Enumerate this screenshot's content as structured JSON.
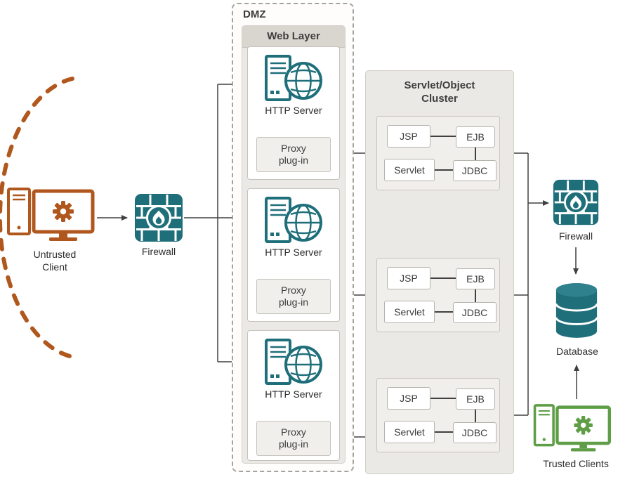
{
  "diagram": {
    "untrusted_client": {
      "label": "Untrusted Client"
    },
    "firewall_left": {
      "label": "Firewall"
    },
    "dmz_label": "DMZ",
    "web_layer": {
      "header": "Web Layer",
      "servers": [
        {
          "label": "HTTP Server",
          "proxy": "Proxy plug-in"
        },
        {
          "label": "HTTP Server",
          "proxy": "Proxy plug-in"
        },
        {
          "label": "HTTP Server",
          "proxy": "Proxy plug-in"
        }
      ]
    },
    "cluster": {
      "title": "Servlet/Object Cluster",
      "groups": [
        {
          "jsp": "JSP",
          "servlet": "Servlet",
          "ejb": "EJB",
          "jdbc": "JDBC"
        },
        {
          "jsp": "JSP",
          "servlet": "Servlet",
          "ejb": "EJB",
          "jdbc": "JDBC"
        },
        {
          "jsp": "JSP",
          "servlet": "Servlet",
          "ejb": "EJB",
          "jdbc": "JDBC"
        }
      ]
    },
    "firewall_right": {
      "label": "Firewall"
    },
    "database": {
      "label": "Database"
    },
    "trusted_clients": {
      "label": "Trusted Clients"
    }
  },
  "colors": {
    "untrusted_orange": "#b0571d",
    "trusted_green": "#5f9e47",
    "teal": "#1f6f7b",
    "connector": "#404040"
  }
}
